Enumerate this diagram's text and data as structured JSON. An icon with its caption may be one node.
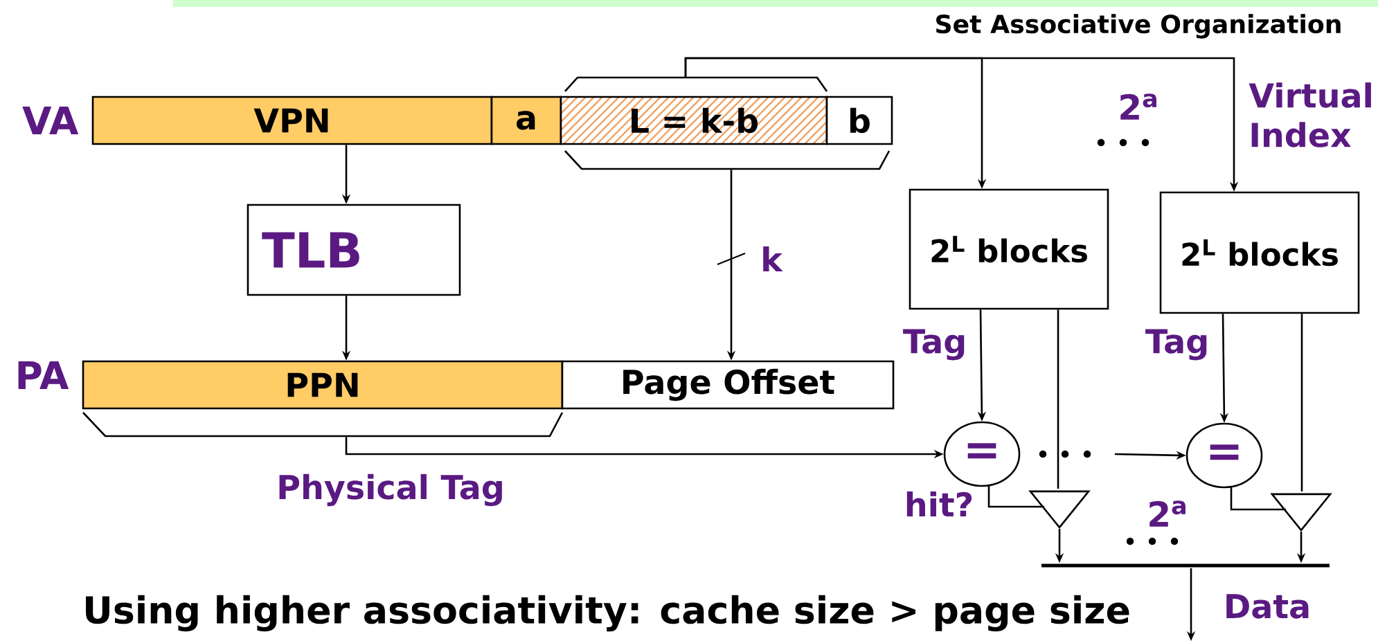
{
  "diagram": {
    "title": "Set Associative Organization",
    "caption": "Using higher associativity: cache size > page size",
    "nodes": [
      {
        "text": [
          "VPN"
        ],
        "beside": [
          "VA"
        ]
      },
      {
        "text": [
          "a"
        ]
      },
      {
        "text": [
          "L = k-b"
        ]
      },
      {
        "text": [
          "b"
        ]
      },
      {
        "text": [
          "TLB"
        ]
      },
      {
        "text": [
          "PPN"
        ],
        "beside": [
          "PA"
        ]
      },
      {
        "text": [
          "Page Offset"
        ]
      },
      {
        "text": [
          "2$^{L}$ blocks"
        ]
      },
      {
        "text": [
          "2$^{L}$ blocks"
        ]
      },
      {
        "text": [
          "="
        ]
      },
      {
        "text": [
          "="
        ]
      },
      {
        "text": [],
        "shape": "triangle"
      },
      {
        "text": [],
        "shape": "triangle"
      },
      {
        "text": [],
        "shape": "bar"
      }
    ],
    "edges": [
      {
        "from": 0,
        "to": 4,
        "arrow": "to"
      },
      {
        "from": 4,
        "to": 5,
        "arrow": "to"
      },
      {
        "from": 2,
        "to": 7,
        "arrow": "to"
      },
      {
        "from": 2,
        "to": 8,
        "arrow": "to",
        "label": "Virtual Index"
      },
      {
        "from": 2,
        "to": 6,
        "arrow": "to",
        "label": "k"
      },
      {
        "from": 5,
        "to": 9,
        "arrow": "to",
        "label": "Physical Tag"
      },
      {
        "from": null,
        "to": 10,
        "arrow": "to"
      },
      {
        "from": 7,
        "to": 9,
        "arrow": "to",
        "label": "Tag"
      },
      {
        "from": 7,
        "to": 11,
        "arrow": "none"
      },
      {
        "from": 9,
        "to": 11,
        "arrow": "none",
        "label": "hit?"
      },
      {
        "from": 11,
        "to": 13,
        "arrow": "to"
      },
      {
        "from": 8,
        "to": 10,
        "arrow": "to",
        "label": "Tag"
      },
      {
        "from": 8,
        "to": 12,
        "arrow": "none"
      },
      {
        "from": 10,
        "to": 12,
        "arrow": "none"
      },
      {
        "from": 12,
        "to": 13,
        "arrow": "to"
      },
      {
        "from": 13,
        "to": null,
        "arrow": "to",
        "label": "Data"
      }
    ],
    "labels": [
      "2$^{a}$",
      "2$^{a}$"
    ]
  }
}
